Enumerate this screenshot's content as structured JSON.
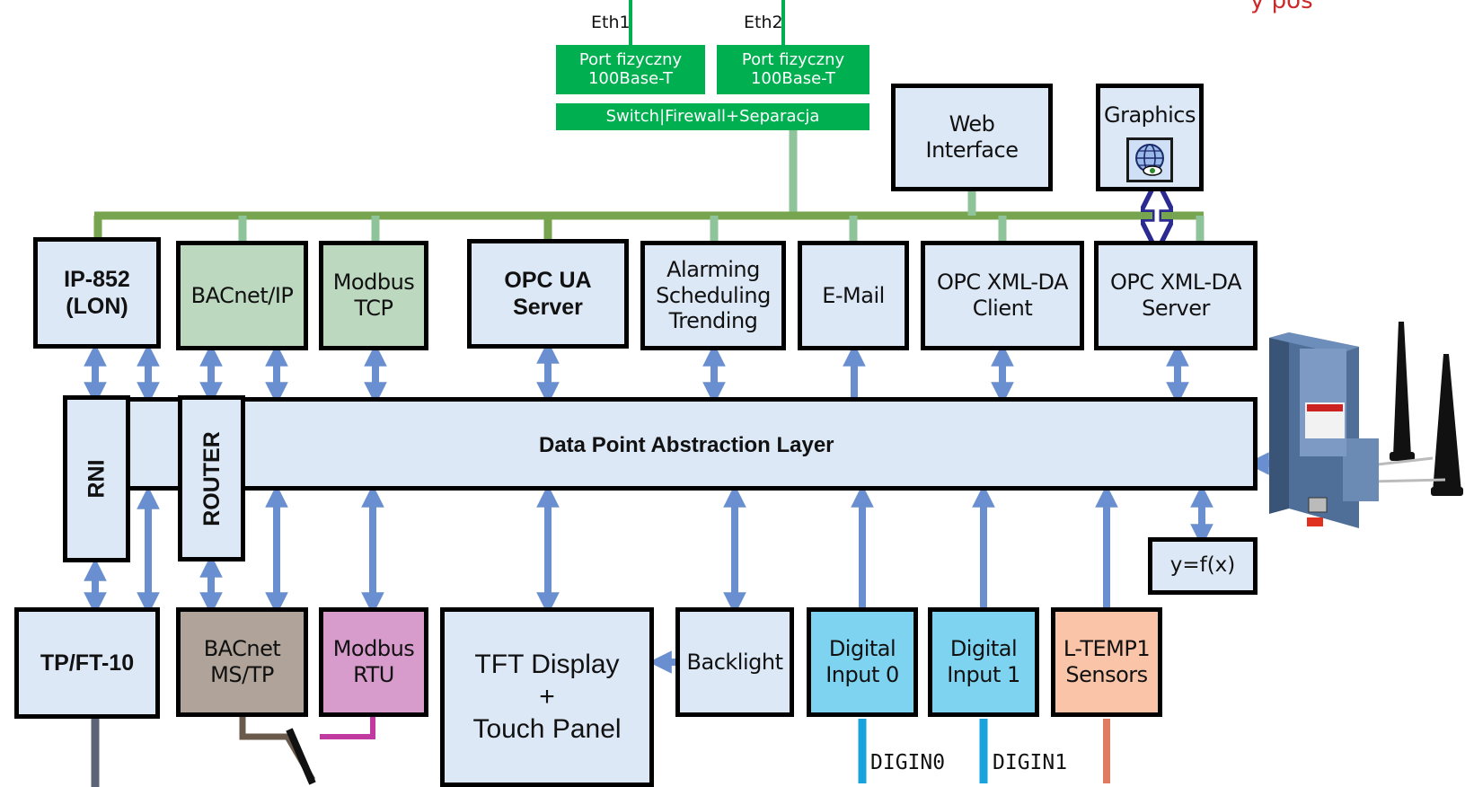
{
  "corner_text": "y pos",
  "ethernet": {
    "eth1_label": "Eth1",
    "eth2_label": "Eth2",
    "port1": "Port fizyczny\n100Base-T",
    "port2": "Port fizyczny\n100Base-T",
    "switch": "Switch|Firewall+Separacja"
  },
  "top_modules": {
    "web_interface": "Web\nInterface",
    "graphics": "Graphics",
    "ip852": "IP-852\n(LON)",
    "bacnet_ip": "BACnet/IP",
    "modbus_tcp": "Modbus\nTCP",
    "opc_ua": "OPC UA\nServer",
    "alarming": "Alarming\nScheduling\nTrending",
    "email": "E-Mail",
    "opc_xml_client": "OPC XML-DA\nClient",
    "opc_xml_server": "OPC XML-DA\nServer"
  },
  "middle": {
    "rni": "RNI",
    "router": "ROUTER",
    "dpal": "Data Point Abstraction Layer",
    "yfx": "y=f(x)"
  },
  "bottom_modules": {
    "tpft10": "TP/FT-10",
    "bacnet_mstp": "BACnet\nMS/TP",
    "modbus_rtu": "Modbus\nRTU",
    "tft": "TFT Display\n+\nTouch Panel",
    "backlight": "Backlight",
    "digital0": "Digital\nInput 0",
    "digital1": "Digital\nInput 1",
    "ltemp": "L-TEMP1\nSensors"
  },
  "signals": {
    "digin0": "DIGIN0",
    "digin1": "DIGIN1"
  },
  "icons": [
    "globe-eye-icon",
    "lwlan-device-image",
    "antenna-icon"
  ],
  "colors": {
    "ethernet_green": "#00b050",
    "bus_green": "#77a54f",
    "bus_stub": "#8fc49a",
    "arrow_blue": "#6a8fd0",
    "box_light": "#dde8f6",
    "bacnet_ip_fill": "#bcd8bf",
    "bacnet_mstp_fill": "#b0a399",
    "modbus_rtu_fill": "#d79bcc",
    "digital_fill": "#7dd3f0",
    "ltemp_fill": "#f9c4a8"
  }
}
